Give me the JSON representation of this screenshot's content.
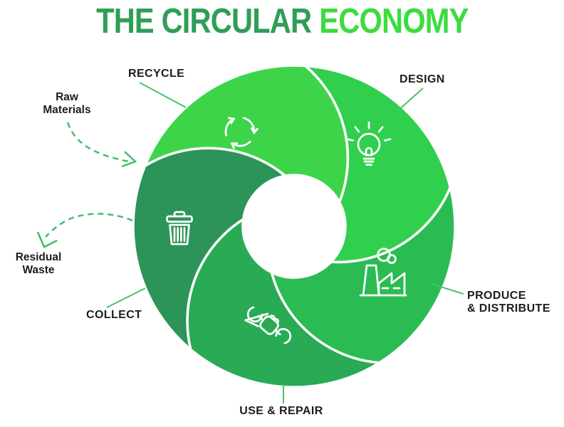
{
  "title": {
    "part1": "THE CIRCULAR",
    "part2": "ECONOMY"
  },
  "colors": {
    "title_part1": "#2f9e57",
    "title_part2": "#3cdc3f",
    "segment_recycle": "#3ed44a",
    "segment_design": "#31cf4e",
    "segment_produce": "#2abc53",
    "segment_use_repair": "#29aa55",
    "segment_collect": "#2c9458",
    "connector_line": "#45c569",
    "arrow_dashed": "#3fbc6c",
    "label_text": "#1d1d1d"
  },
  "segments": [
    {
      "label": "RECYCLE",
      "icon": "recycle-icon"
    },
    {
      "label": "DESIGN",
      "icon": "lightbulb-icon"
    },
    {
      "label": "PRODUCE\n& DISTRIBUTE",
      "icon": "factory-icon"
    },
    {
      "label": "USE & REPAIR",
      "icon": "wrench-hand-icon"
    },
    {
      "label": "COLLECT",
      "icon": "trash-can-icon"
    }
  ],
  "annotations": [
    {
      "label": "Raw\nMaterials",
      "direction": "into-cycle"
    },
    {
      "label": "Residual\nWaste",
      "direction": "out-of-cycle"
    }
  ]
}
